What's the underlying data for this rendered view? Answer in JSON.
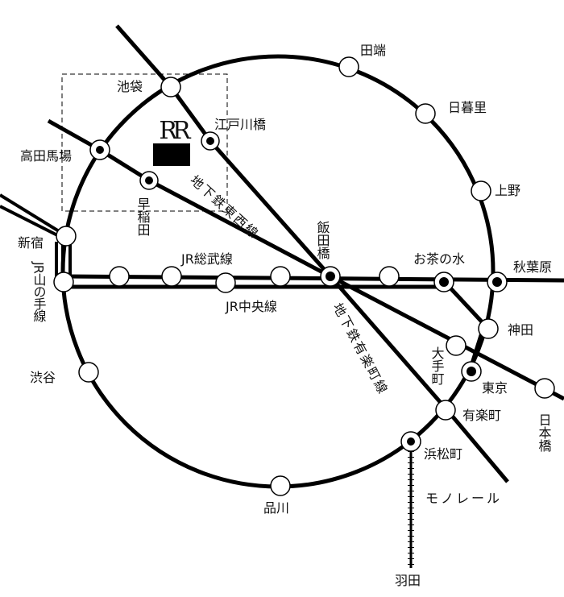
{
  "map_title_logo": "RR",
  "lines": {
    "tozai": "地下鉄東西線",
    "yurakucho": "地下鉄有楽町線",
    "sobu": "JR総武線",
    "chuo": "JR中央線",
    "yamanote": "JR山の手線",
    "monorail": "モノレール"
  },
  "stations": {
    "ikebukuro": "池袋",
    "edogawabashi": "江戸川橋",
    "takadanobaba": "高田馬場",
    "waseda": "早稲田",
    "shinjuku": "新宿",
    "tabata": "田端",
    "nippori": "日暮里",
    "ueno": "上野",
    "iidabashi": "飯田橋",
    "ochanomizu": "お茶の水",
    "akihabara": "秋葉原",
    "kanda": "神田",
    "otemachi": "大手町",
    "tokyo": "東京",
    "nihonbashi": "日本橋",
    "yurakucho": "有楽町",
    "hamamatsucho": "浜松町",
    "shibuya": "渋谷",
    "shinagawa": "品川",
    "haneda": "羽田"
  }
}
